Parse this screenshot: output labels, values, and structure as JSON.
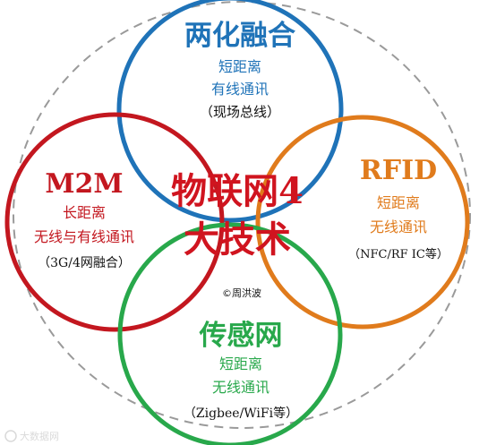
{
  "colors": {
    "top": "#1f73b8",
    "left": "#c3171f",
    "right": "#e07b1c",
    "bottom": "#28a84b",
    "center": "#d0141f",
    "outer": "#9a9a9a",
    "text": "#111111"
  },
  "center": {
    "line1": "物联网4",
    "line2": "大技术"
  },
  "top": {
    "title": "两化融合",
    "sub1": "短距离",
    "sub2": "有线通讯",
    "sub3": "（现场总线）"
  },
  "left": {
    "title": "M2M",
    "sub1": "长距离",
    "sub2": "无线与有线通讯",
    "sub3": "（3G/4网融合）"
  },
  "right": {
    "title": "RFID",
    "sub1": "短距离",
    "sub2": "无线通讯",
    "sub3": "（NFC/RF IC等）"
  },
  "bottom": {
    "title": "传感网",
    "sub1": "短距离",
    "sub2": "无线通讯",
    "sub3": "（Zigbee/WiFi等）"
  },
  "copyright": "©周洪波",
  "watermark": "大数据网"
}
